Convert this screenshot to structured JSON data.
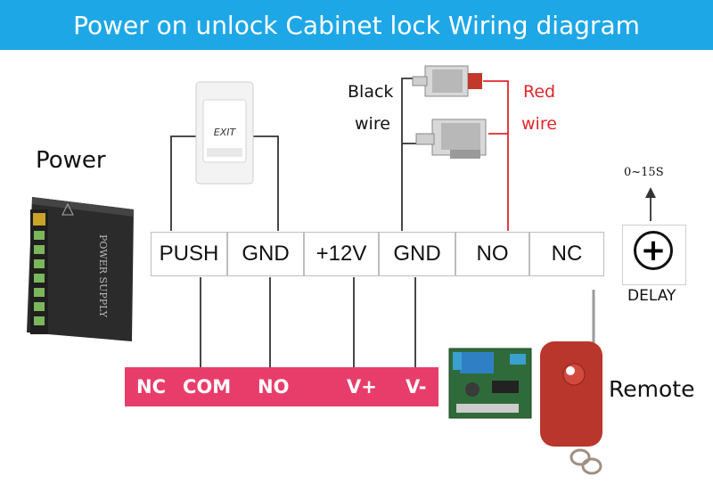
{
  "title": "Power on unlock Cabinet lock Wiring diagram",
  "power_label": "Power",
  "exit_button_text": "EXIT",
  "power_supply_text": "POWER SUPPLY",
  "terminals": [
    "PUSH",
    "GND",
    "+12V",
    "GND",
    "NO",
    "NC"
  ],
  "black_wire_label": [
    "Black",
    "wire"
  ],
  "red_wire_label": [
    "Red",
    "wire"
  ],
  "delay_range": "0~15S",
  "delay_label": "DELAY",
  "delay_symbol": "+",
  "power_terminals": [
    "NC",
    "COM",
    "NO",
    "V+",
    "V-"
  ],
  "remote_label": "Remote",
  "colors": {
    "title_bg": "#1ea7e6",
    "power_bar": "#e83d6b",
    "red_wire": "#e0262b",
    "wire": "#333333"
  }
}
